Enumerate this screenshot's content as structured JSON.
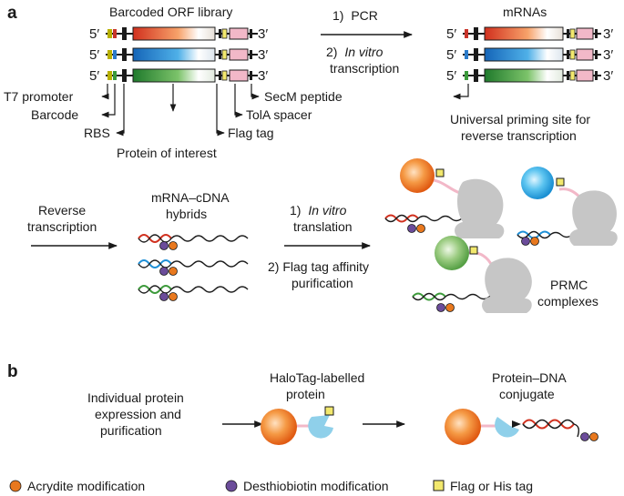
{
  "panel_a": {
    "letter": "a",
    "library_title": "Barcoded ORF library",
    "five_prime": "5′",
    "three_prime": "3′",
    "step1_num": "1)",
    "step1_text": "PCR",
    "step2_num": "2)",
    "step2_italic": "In vitro",
    "step2_text": "transcription",
    "mrnas_title": "mRNAs",
    "t7_promoter": "T7 promoter",
    "barcode": "Barcode",
    "rbs": "RBS",
    "protein_of_interest": "Protein of interest",
    "flag_tag": "Flag tag",
    "tola_spacer": "TolA spacer",
    "secm_peptide": "SecM peptide",
    "priming_line1": "Universal priming site for",
    "priming_line2": "reverse transcription",
    "reverse_line1": "Reverse",
    "reverse_line2": "transcription",
    "hybrids_line1": "mRNA–cDNA",
    "hybrids_line2": "hybrids",
    "trans_num": "1)",
    "trans_italic": "In vitro",
    "trans_line2": "translation",
    "flag_line1": "2) Flag tag affinity",
    "flag_line2": "purification",
    "prmc_line1": "PRMC",
    "prmc_line2": "complexes"
  },
  "panel_b": {
    "letter": "b",
    "indiv_line1": "Individual protein",
    "indiv_line2": "expression and",
    "indiv_line3": "purification",
    "halo_line1": "HaloTag-labelled",
    "halo_line2": "protein",
    "conj_line1": "Protein–DNA",
    "conj_line2": "conjugate"
  },
  "legend": {
    "acrydite": "Acrydite modification",
    "desthiobiotin": "Desthiobiotin modification",
    "flag_his": "Flag or His tag"
  },
  "colors": {
    "orange": "#e8781e",
    "purple": "#6b4c9a",
    "yellow": "#f2e86d",
    "ribosome": "#c6c6c6",
    "halotag": "#8fd0ea",
    "pink": "#f2b8c8",
    "red_orf": "#e0452a",
    "blue_orf": "#1e8fd6",
    "green_orf": "#3c9a3a"
  }
}
